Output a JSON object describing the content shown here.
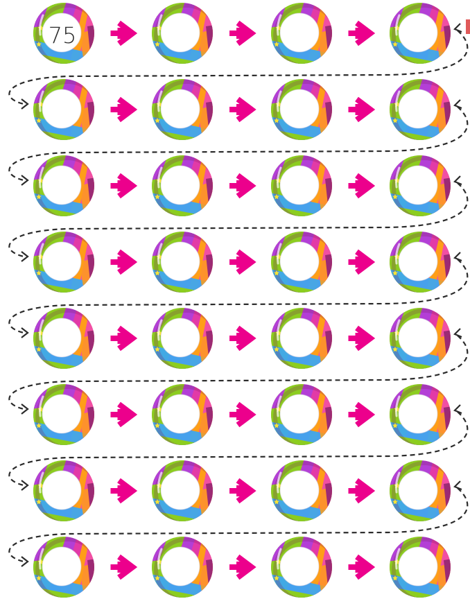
{
  "worksheet": {
    "start_number": "75",
    "rows": 8,
    "columns": 4,
    "colors": {
      "arrow": "#ec008c",
      "path": "#2b2b2b",
      "ring_magenta": "#e23aa7",
      "ring_purple": "#b33fd6",
      "ring_green": "#8ccd1f",
      "ring_blue": "#3ea7ef",
      "ring_orange": "#ff9e18",
      "ring_pink": "#f14fa3",
      "ring_dark": "#9c2a74",
      "star": "#f7e436"
    },
    "icons": {
      "ring": "swirl-ring-icon",
      "arrow": "right-arrow-icon",
      "connector": "dashed-connector-path"
    }
  }
}
